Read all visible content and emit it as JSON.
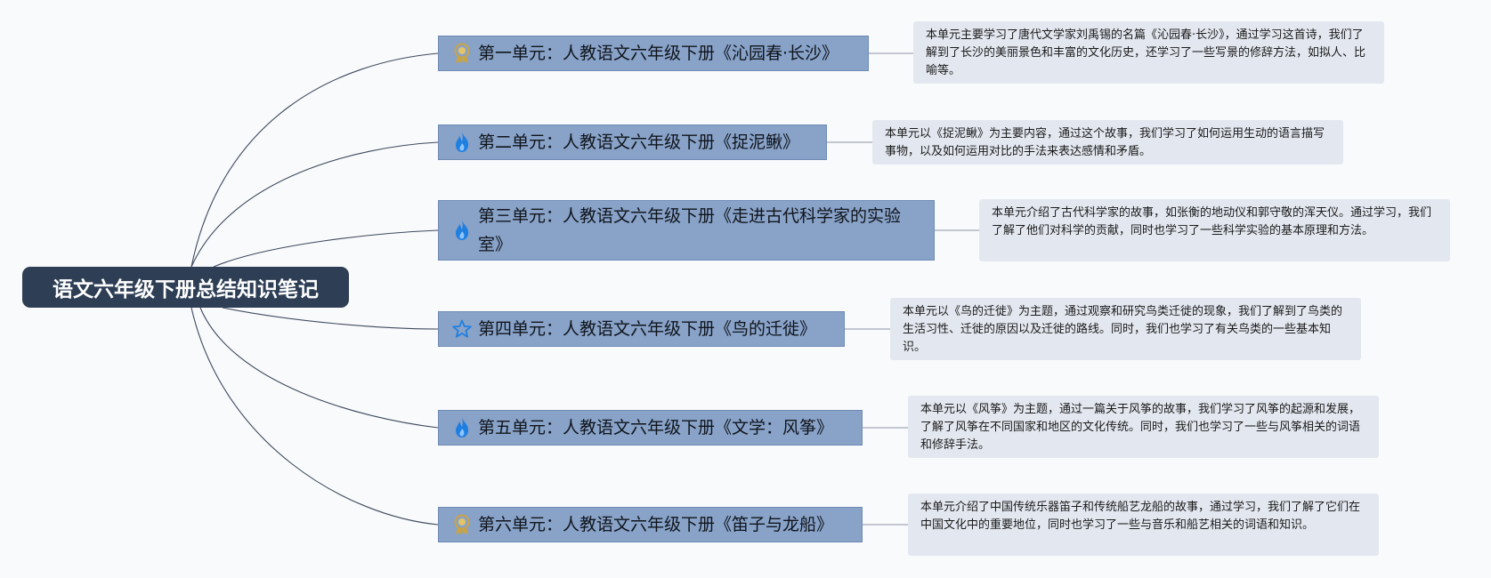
{
  "root": {
    "title": "语文六年级下册总结知识笔记"
  },
  "units": [
    {
      "icon": "award-ribbon-icon",
      "title": "第一单元：人教语文六年级下册《沁园春·长沙》",
      "note": "本单元主要学习了唐代文学家刘禹锡的名篇《沁园春·长沙》，通过学习这首诗，我们了解到了长沙的美丽景色和丰富的文化历史，还学习了一些写景的修辞方法，如拟人、比喻等。"
    },
    {
      "icon": "flame-icon",
      "title": "第二单元：人教语文六年级下册《捉泥鳅》",
      "note": "本单元以《捉泥鳅》为主要内容，通过这个故事，我们学习了如何运用生动的语言描写事物，以及如何运用对比的手法来表达感情和矛盾。"
    },
    {
      "icon": "flame-icon",
      "title": "第三单元：人教语文六年级下册《走进古代科学家的实验室》",
      "note": "本单元介绍了古代科学家的故事，如张衡的地动仪和郭守敬的浑天仪。通过学习，我们了解了他们对科学的贡献，同时也学习了一些科学实验的基本原理和方法。"
    },
    {
      "icon": "star-icon",
      "title": "第四单元：人教语文六年级下册《鸟的迁徙》",
      "note": "本单元以《鸟的迁徙》为主题，通过观察和研究鸟类迁徙的现象，我们了解到了鸟类的生活习性、迁徙的原因以及迁徙的路线。同时，我们也学习了有关鸟类的一些基本知识。"
    },
    {
      "icon": "flame-icon",
      "title": "第五单元：人教语文六年级下册《文学：风筝》",
      "note": "本单元以《风筝》为主题，通过一篇关于风筝的故事，我们学习了风筝的起源和发展，了解了风筝在不同国家和地区的文化传统。同时，我们也学习了一些与风筝相关的词语和修辞手法。"
    },
    {
      "icon": "award-ribbon-icon",
      "title": "第六单元：人教语文六年级下册《笛子与龙船》",
      "note": "本单元介绍了中国传统乐器笛子和传统船艺龙船的故事，通过学习，我们了解了它们在中国文化中的重要地位，同时也学习了一些与音乐和船艺相关的词语和知识。"
    }
  ]
}
